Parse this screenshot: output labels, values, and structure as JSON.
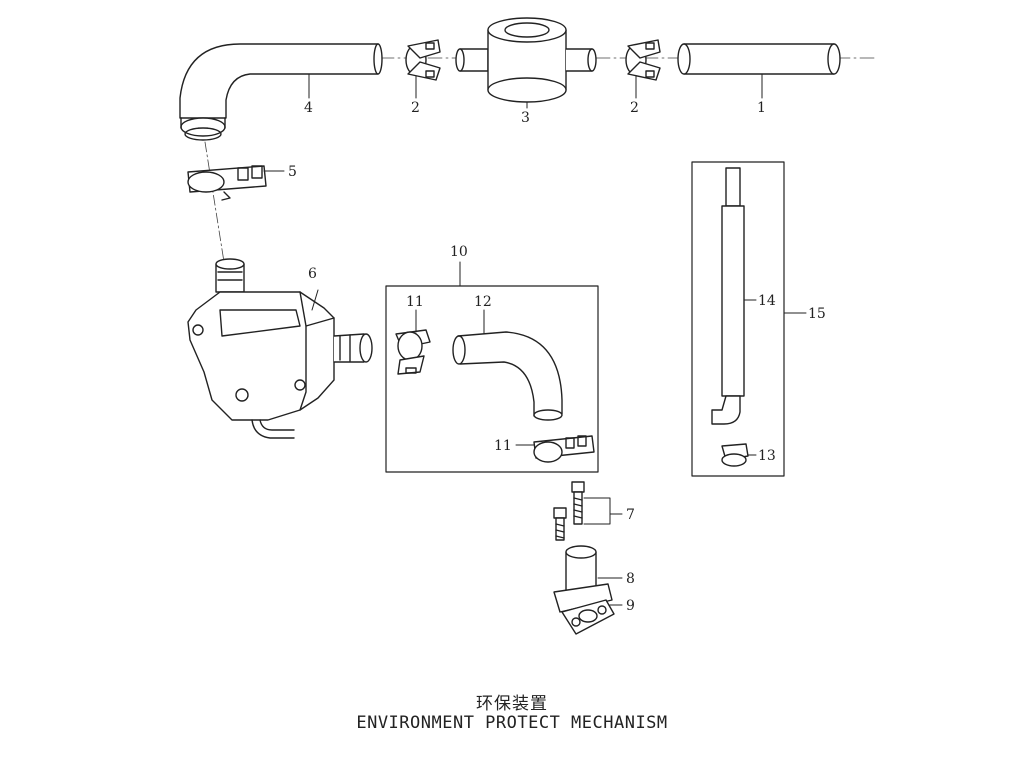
{
  "diagram": {
    "title_cn": "环保装置",
    "title_en": "ENVIRONMENT PROTECT MECHANISM",
    "callouts": {
      "c1": "1",
      "c2a": "2",
      "c2b": "2",
      "c3": "3",
      "c4": "4",
      "c5": "5",
      "c6": "6",
      "c7": "7",
      "c8": "8",
      "c9": "9",
      "c10": "10",
      "c11a": "11",
      "c11b": "11",
      "c12": "12",
      "c13": "13",
      "c14": "14",
      "c15": "15"
    }
  }
}
